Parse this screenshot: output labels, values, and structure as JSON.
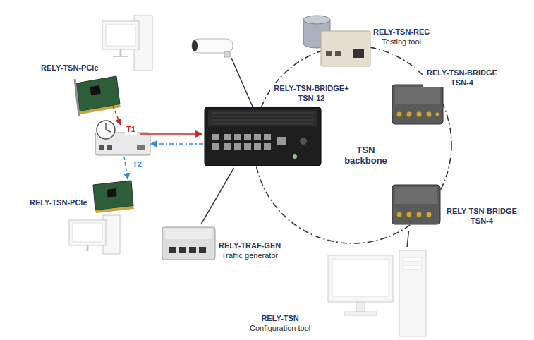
{
  "diagram": {
    "nodes": [
      {
        "text": [
          "RELY-TSN-REC",
          "Testing tool"
        ]
      },
      {
        "text": [
          "RELY-TSN-PCIe"
        ]
      },
      {
        "text": [
          "RELY-TSN-BRIDGE TSN-4"
        ]
      },
      {
        "text": [
          "RELY-TSN-BRIDGE+ TSN-12"
        ]
      },
      {
        "text": [
          "RELY-TSN-PCIe"
        ]
      },
      {
        "text": [
          "RELY-TSN-BRIDGE TSN-4"
        ]
      },
      {
        "text": [
          "RELY-TRAF-GEN",
          "Traffic generator"
        ]
      },
      {
        "text": [
          "RELY-TSN",
          "Configuration tool"
        ]
      }
    ],
    "edges": [
      {
        "from": 3,
        "to": 6,
        "arrow": "none"
      },
      {
        "from": 5,
        "to": 7,
        "arrow": "none"
      }
    ],
    "labels": [
      "T1",
      "T2",
      "TSN backbone"
    ]
  }
}
